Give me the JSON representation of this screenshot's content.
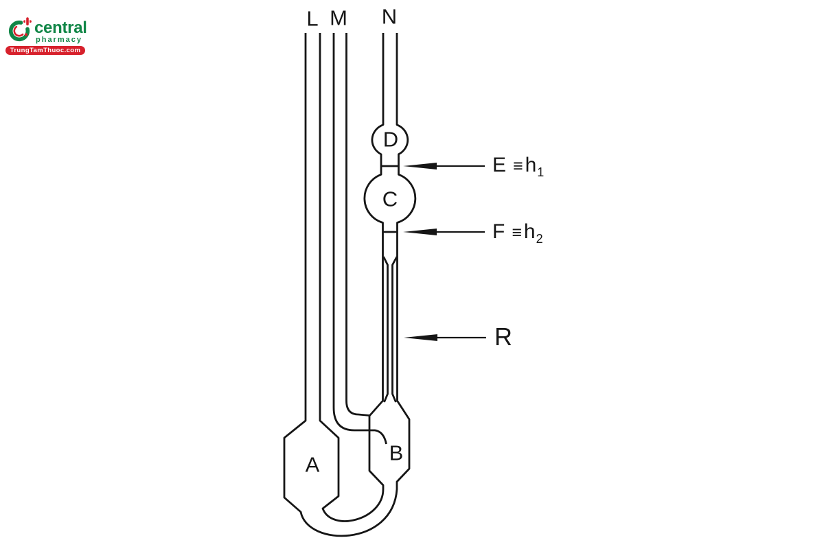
{
  "logo": {
    "brand": "central",
    "tagline": "pharmacy",
    "site": "TrungTamThuoc.com"
  },
  "diagram": {
    "tube_labels": {
      "L": "L",
      "M": "M",
      "N": "N"
    },
    "bulb_labels": {
      "A": "A",
      "B": "B",
      "C": "C",
      "D": "D"
    },
    "annotations": {
      "E": {
        "name": "E",
        "equiv": "≡",
        "symbol": "h",
        "subscript": "1"
      },
      "F": {
        "name": "F",
        "equiv": "≡",
        "symbol": "h",
        "subscript": "2"
      },
      "R": {
        "name": "R"
      }
    },
    "colors": {
      "line": "#161616",
      "logo_green": "#118647",
      "logo_red": "#D7212C"
    }
  }
}
